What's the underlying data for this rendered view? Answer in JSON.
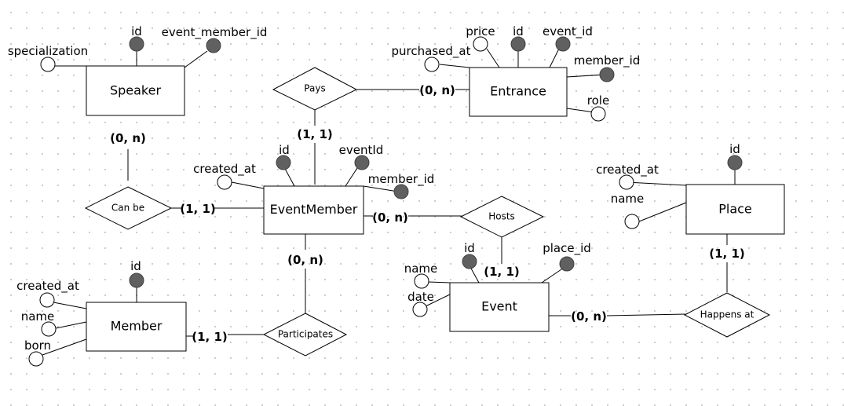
{
  "entities": {
    "speaker": "Speaker",
    "entrance": "Entrance",
    "event_member": "EventMember",
    "place": "Place",
    "member": "Member",
    "event": "Event"
  },
  "relationships": {
    "pays": "Pays",
    "can_be": "Can be",
    "hosts": "Hosts",
    "participates": "Participates",
    "happens_at": "Happens at"
  },
  "attributes": {
    "speaker": {
      "specialization": "specialization",
      "id": "id",
      "event_member_id": "event_member_id"
    },
    "entrance": {
      "price": "price",
      "id": "id",
      "event_id": "event_id",
      "purchased_at": "purchased_at",
      "member_id": "member_id",
      "role": "role"
    },
    "event_member": {
      "id": "id",
      "event_id": "eventId",
      "created_at": "created_at",
      "member_id": "member_id"
    },
    "place": {
      "id": "id",
      "created_at": "created_at",
      "name": "name"
    },
    "member": {
      "id": "id",
      "created_at": "created_at",
      "name": "name",
      "born": "born"
    },
    "event": {
      "id": "id",
      "place_id": "place_id",
      "name": "name",
      "date": "date"
    }
  },
  "cardinalities": {
    "speaker_can_be": "(0, n)",
    "event_member_can_be": "(1, 1)",
    "entrance_pays": "(0, n)",
    "event_member_pays": "(1, 1)",
    "event_member_hosts": "(0, n)",
    "event_hosts": "(1, 1)",
    "event_member_participates": "(0, n)",
    "member_participates": "(1, 1)",
    "event_happens_at": "(0, n)",
    "place_happens_at": "(1, 1)"
  },
  "colors": {
    "key_fill": "#606060",
    "line": "#000000",
    "grid_dot": "#c8c8c8"
  }
}
